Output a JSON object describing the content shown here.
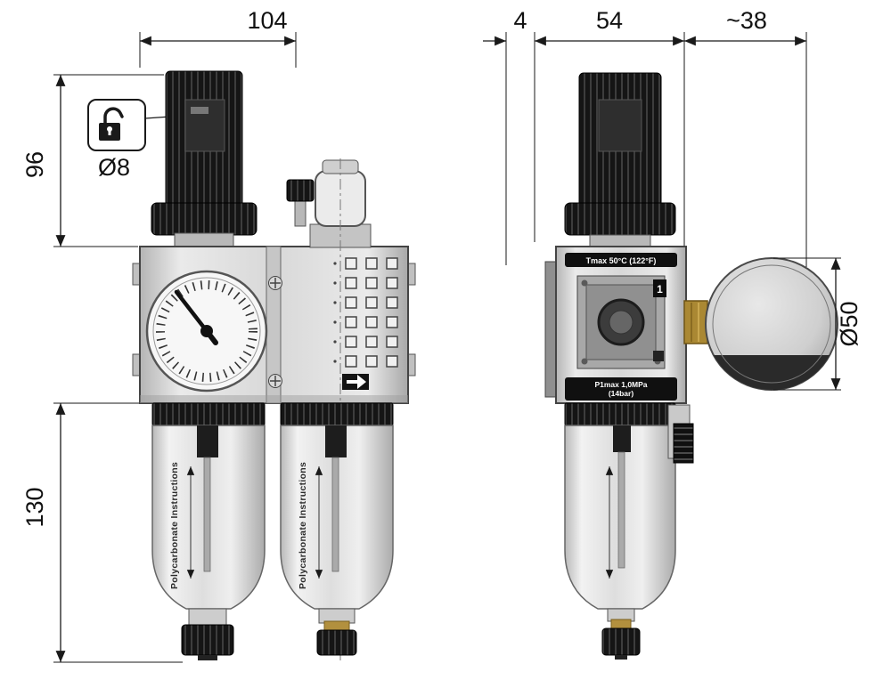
{
  "drawing": {
    "dims": {
      "front_width": "104",
      "front_upper_height": "96",
      "front_lower_height": "130",
      "knob_hole": "Ø8",
      "side_rail_offset": "4",
      "side_body_depth": "54",
      "side_gauge_depth": "~38",
      "gauge_diameter": "Ø50"
    },
    "labels": {
      "tmax": "Tmax 50°C (122°F)",
      "p1max_line1": "P1max 1,0MPa",
      "p1max_line2": "(14bar)",
      "port_1": "1",
      "bowl_marking": "Polycarbonate Instructions"
    }
  }
}
